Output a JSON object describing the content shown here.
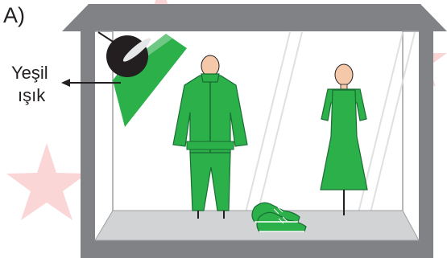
{
  "question_label": "A)",
  "light_label": {
    "line1": "Yeşil",
    "line2": "ışık"
  },
  "colors": {
    "frame": "#808285",
    "floor": "#d1d3d4",
    "green": "#2bb04a",
    "dark_green": "#1a6d33",
    "skin": "#f4c8a8",
    "lamp": "#231f20",
    "watermark": "#e31e24"
  },
  "icons": [
    "lamp-icon",
    "suit-icon",
    "dress-icon",
    "sneakers-icon",
    "arrow-icon",
    "star-watermark-icon"
  ]
}
